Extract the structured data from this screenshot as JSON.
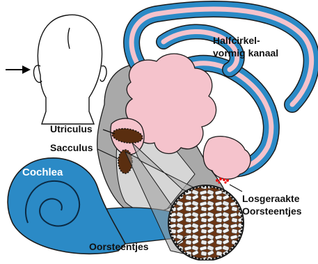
{
  "labels": {
    "semicircular_canal": [
      "Halfcirkel-",
      "vormig kanaal"
    ],
    "utricle": "Utriculus",
    "saccule": "Sacculus",
    "cochlea": "Cochlea",
    "dislodged_otoliths": [
      "Losgeraakte",
      "Oorsteentjes"
    ],
    "otoliths": "Oorsteentjes"
  },
  "colors": {
    "canal_blue": "#2b8ac6",
    "canal_pink": "#f5c3cc",
    "vestibule_grey": "#a9a9a9",
    "otolith_patch": "#5a2e10",
    "dislodged_crystals": "#ee1111",
    "outline": "#1a1a1a"
  },
  "icons": [
    "head-back-view-icon",
    "pointer-arrow-icon"
  ]
}
